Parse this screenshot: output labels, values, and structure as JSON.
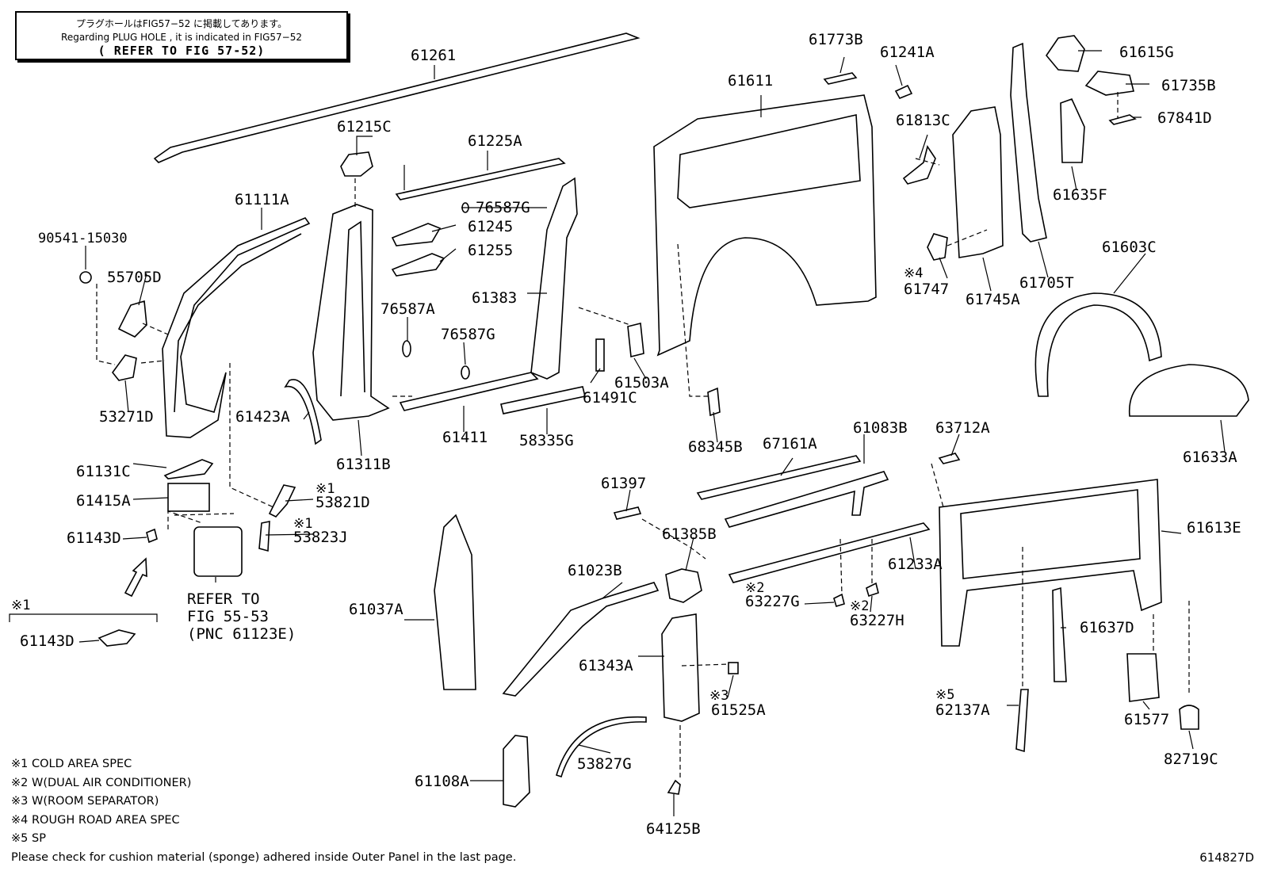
{
  "reference_box": {
    "line_jp": "プラグホールはFIG57−52 に掲載してあります。",
    "line_en": "Regarding PLUG HOLE , it is indicated in FIG57−52",
    "line_ref": "( REFER TO FIG 57-52)"
  },
  "refer_to": {
    "line1": "REFER TO",
    "line2": "FIG 55-53",
    "line3": "(PNC 61123E)"
  },
  "group_mark": "※1",
  "notes": [
    "※1 COLD AREA SPEC",
    "※2 W(DUAL AIR CONDITIONER)",
    "※3 W(ROOM SEPARATOR)",
    "※4 ROUGH ROAD AREA SPEC",
    "※5 SP",
    "Please check for cushion material (sponge) adhered inside Outer Panel in the last page."
  ],
  "figure_number": "614827D",
  "part_labels": {
    "p61261": "61261",
    "p61215C": "61215C",
    "p61225A": "61225A",
    "p76587G_a": "76587G",
    "p61245": "61245",
    "p61255": "61255",
    "p61111A": "61111A",
    "p90541": "90541-15030",
    "p55705D": "55705D",
    "p53271D": "53271D",
    "p61383": "61383",
    "p76587A": "76587A",
    "p76587G_b": "76587G",
    "p61503A": "61503A",
    "p61491C": "61491C",
    "p61423A": "61423A",
    "p61311B": "61311B",
    "p61411": "61411",
    "p58335G": "58335G",
    "p61131C": "61131C",
    "p61415A": "61415A",
    "p61143D_a": "61143D",
    "p53821D": "53821D",
    "p53823J": "53823J",
    "p61143D_b": "61143D",
    "p61611": "61611",
    "p61773B": "61773B",
    "p61241A": "61241A",
    "p61813C": "61813C",
    "p61747": "61747",
    "p61745A": "61745A",
    "p61705T": "61705T",
    "p61615G": "61615G",
    "p61735B": "61735B",
    "p67841D": "67841D",
    "p61635F": "61635F",
    "p61603C": "61603C",
    "p61633A": "61633A",
    "p68345B": "68345B",
    "p67161A": "67161A",
    "p61083B": "61083B",
    "p63712A": "63712A",
    "p61613E": "61613E",
    "p61397": "61397",
    "p61385B": "61385B",
    "p61233A": "61233A",
    "p63227G": "63227G",
    "p63227H": "63227H",
    "p61023B": "61023B",
    "p61037A": "61037A",
    "p61343A": "61343A",
    "p61525A": "61525A",
    "p61637D": "61637D",
    "p62137A": "62137A",
    "p61577": "61577",
    "p82719C": "82719C",
    "p61108A": "61108A",
    "p53827G": "53827G",
    "p64125B": "64125B"
  },
  "marks": {
    "m53821D": "※1",
    "m53823J": "※1",
    "m61747": "※4",
    "m63227G": "※2",
    "m63227H": "※2",
    "m61525A": "※3",
    "m62137A": "※5"
  }
}
